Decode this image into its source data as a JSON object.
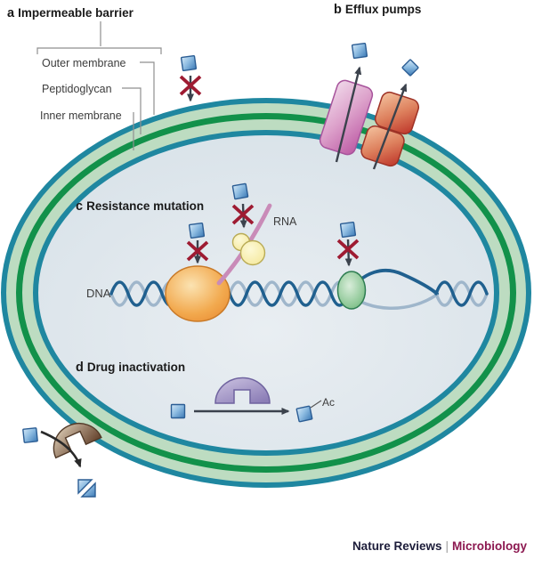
{
  "figure": {
    "panel_a": {
      "letter": "a",
      "title": "Impermeable barrier",
      "outer_membrane_label": "Outer membrane",
      "peptidoglycan_label": "Peptidoglycan",
      "inner_membrane_label": "Inner membrane"
    },
    "panel_b": {
      "letter": "b",
      "title": "Efflux pumps"
    },
    "panel_c": {
      "letter": "c",
      "title": "Resistance mutation",
      "dna_label": "DNA",
      "rna_label": "RNA"
    },
    "panel_d": {
      "letter": "d",
      "title": "Drug inactivation",
      "acetyl_label": "Ac"
    },
    "footer": {
      "journal": "Nature Reviews",
      "separator": "|",
      "topic": "Microbiology"
    },
    "colors": {
      "membrane_teal": "#1f87a0",
      "peptidoglycan_green": "#12914a",
      "membrane_light_green": "#bddcc1",
      "cytoplasm_gray_blue": "#dde6ec",
      "drug_blue": "#3b79b5",
      "blocked_cross_red": "#9e1b32",
      "efflux_pump_pink": "#c263aa",
      "efflux_pump_red": "#c23a2d",
      "rna_polymerase_orange": "#ee9a3c",
      "ribosome_yellow": "#f7eda6",
      "rna_strand_pink": "#c98bb8",
      "dna_strand_blue": "#20608f",
      "mutated_target_green": "#5fae70",
      "modifying_enzyme_purple": "#8d7fb8",
      "degrading_enzyme_brown": "#6e4b32",
      "journal_maroon": "#8c1850"
    }
  }
}
